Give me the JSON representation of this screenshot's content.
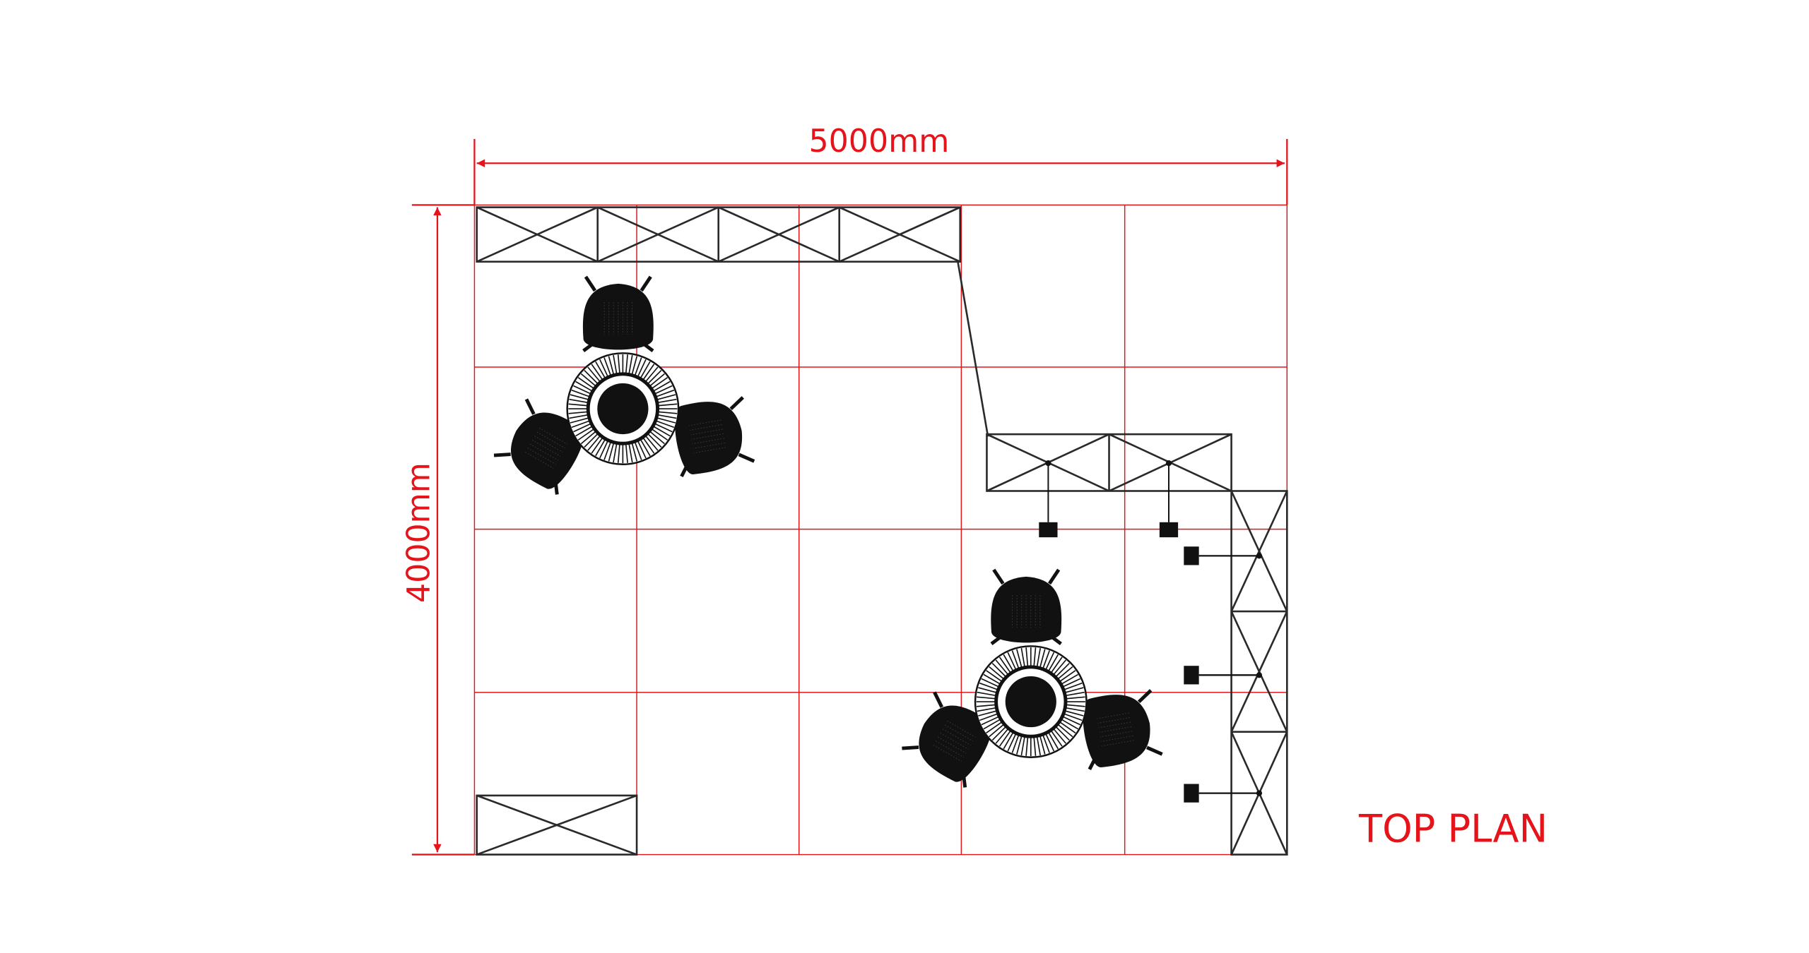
{
  "drawing": {
    "width_dimension": "5000mm",
    "depth_dimension": "4000mm",
    "plan_title": "TOP PLAN"
  },
  "colors": {
    "dimension": "#e5141b",
    "grid": "#e0161b",
    "truss": "#2a2a2a",
    "furniture": "#111111"
  },
  "layout": {
    "grid_columns": 5,
    "grid_rows": 4,
    "table_sets": 2,
    "chairs_per_table": 3,
    "spotlights": 5
  }
}
